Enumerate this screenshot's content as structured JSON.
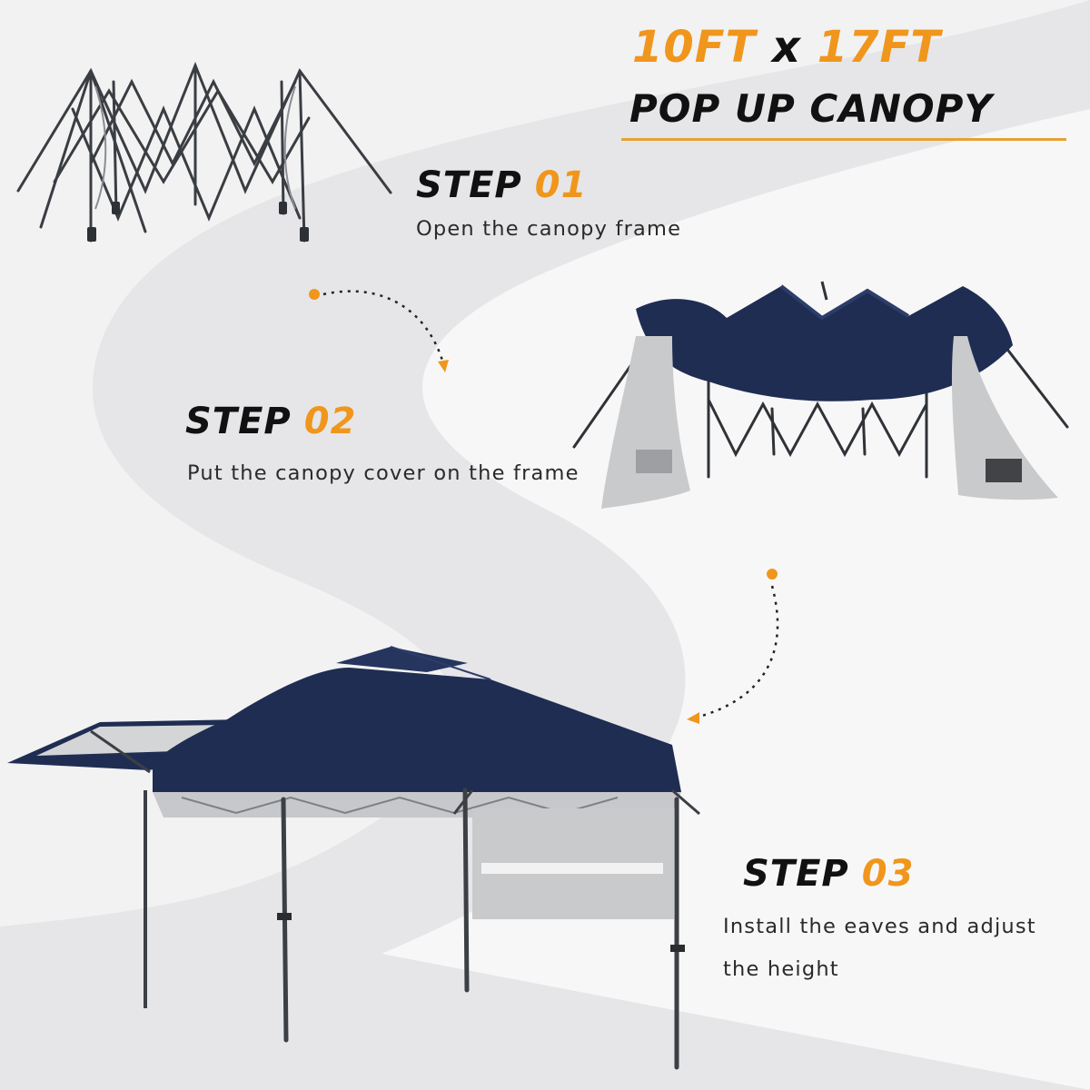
{
  "headline": {
    "size_a": "10FT",
    "separator": " x ",
    "size_b": "17FT",
    "subtitle": "POP UP CANOPY"
  },
  "steps": [
    {
      "label": "STEP",
      "number": "01",
      "description": "Open the canopy frame"
    },
    {
      "label": "STEP",
      "number": "02",
      "description": "Put the canopy cover on the frame"
    },
    {
      "label": "STEP",
      "number": "03",
      "description_line1": "Install the eaves and adjust",
      "description_line2": "the height"
    }
  ],
  "colors": {
    "accent": "#f0961c",
    "canopy_navy": "#1f2d52",
    "frame": "#3a3d42",
    "panel_silver": "#c9cacc",
    "background": "#f4f4f5"
  }
}
